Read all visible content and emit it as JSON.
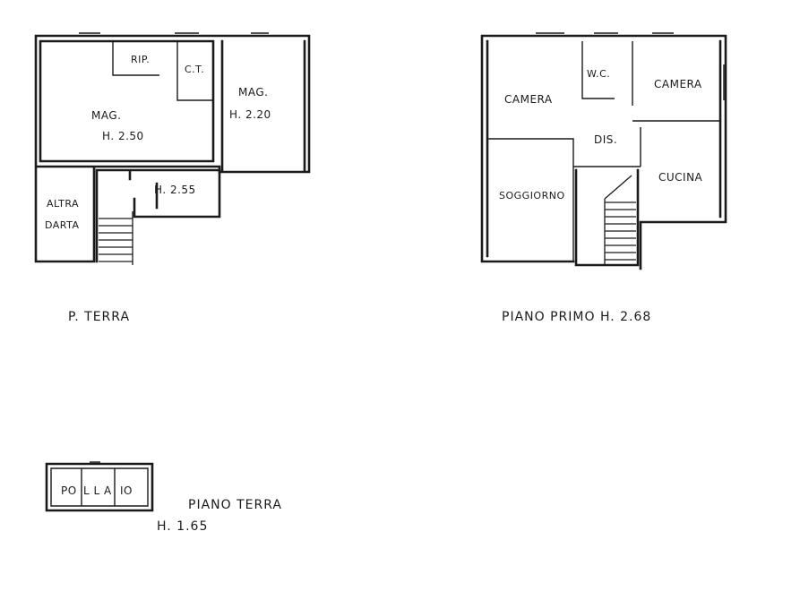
{
  "ground_floor": {
    "caption": "P. TERRA",
    "rooms": {
      "rip": "RIP.",
      "ct": "C.T.",
      "mag_main_name": "MAG.",
      "mag_main_height": "H. 2.50",
      "mag_side_name": "MAG.",
      "mag_side_height": "H. 2.20",
      "h255": "H. 2.55",
      "altra_line1": "ALTRA",
      "altra_line2": "DARTA"
    }
  },
  "first_floor": {
    "caption": "PIANO   PRIMO   H. 2.68",
    "rooms": {
      "camera_left": "CAMERA",
      "wc": "W.C.",
      "camera_right": "CAMERA",
      "dis": "DIS.",
      "soggiorno": "SOGGIORNO",
      "cucina": "CUCINA"
    }
  },
  "pollaio": {
    "cell1": "PO",
    "cell2": "L L A",
    "cell3": "IO",
    "caption_line1": "PIANO   TERRA",
    "caption_line2": "H. 1.65"
  }
}
